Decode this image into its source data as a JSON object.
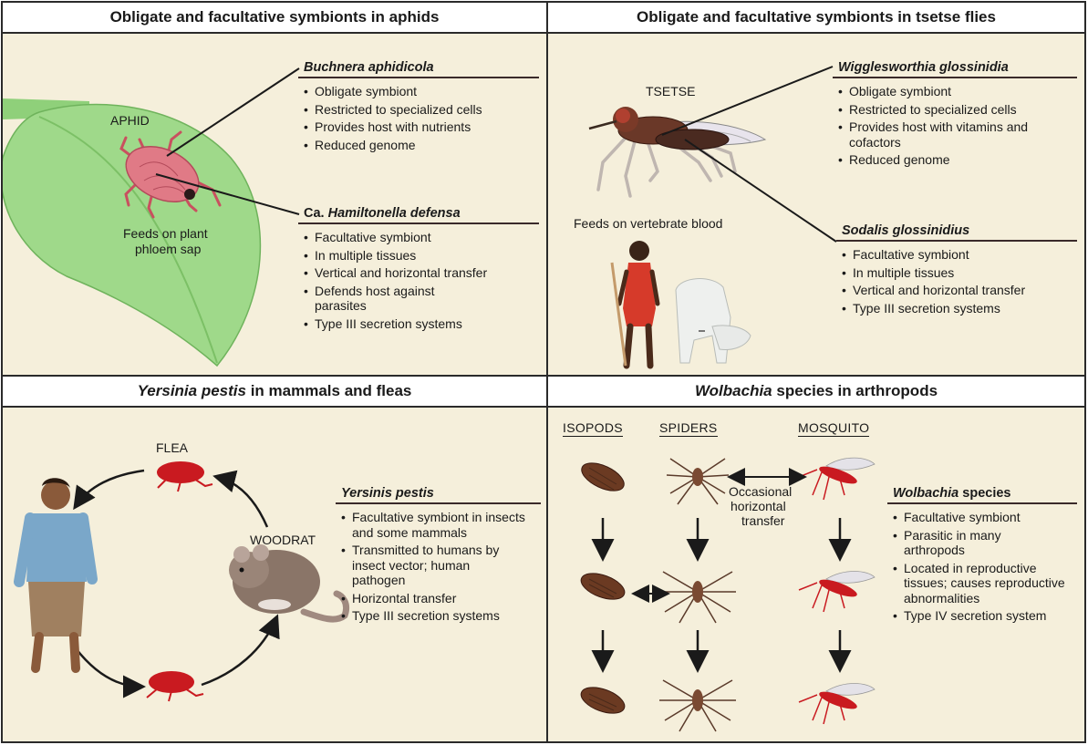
{
  "panels": {
    "aphids": {
      "title": "Obligate and facultative symbionts in aphids",
      "host_label": "APHID",
      "feeds_line1": "Feeds on plant",
      "feeds_line2": "phloem sap",
      "box1": {
        "heading": "Buchnera aphidicola",
        "items": [
          "Obligate symbiont",
          "Restricted to specialized cells",
          "Provides host with nutrients",
          "Reduced genome"
        ]
      },
      "box2": {
        "heading_prefix": "Ca.",
        "heading_rest": "Hamiltonella defensa",
        "items": [
          "Facultative symbiont",
          "In multiple tissues",
          "Vertical and horizontal transfer",
          "Defends host against parasites",
          "Type III secretion systems"
        ]
      }
    },
    "tsetse": {
      "title": "Obligate and facultative symbionts in tsetse flies",
      "host_label": "TSETSE",
      "feeds": "Feeds on vertebrate blood",
      "box1": {
        "heading": "Wigglesworthia glossinidia",
        "items": [
          "Obligate symbiont",
          "Restricted to specialized cells",
          "Provides host with vitamins and cofactors",
          "Reduced genome"
        ]
      },
      "box2": {
        "heading": "Sodalis glossinidius",
        "items": [
          "Facultative symbiont",
          "In multiple tissues",
          "Vertical and horizontal transfer",
          "Type III secretion systems"
        ]
      }
    },
    "yersinia": {
      "title_italic": "Yersinia pestis",
      "title_rest": "in mammals and fleas",
      "flea_label": "FLEA",
      "woodrat_label": "WOODRAT",
      "box": {
        "heading": "Yersinis pestis",
        "items": [
          "Facultative symbiont in insects and some mammals",
          "Transmitted to humans by insect vector; human pathogen",
          "Horizontal transfer",
          "Type III secretion systems"
        ]
      }
    },
    "wolbachia": {
      "title_italic": "Wolbachia",
      "title_rest": "species in arthropods",
      "col_isopods": "ISOPODS",
      "col_spiders": "SPIDERS",
      "col_mosquito": "MOSQUITO",
      "transfer_line1": "Occasional",
      "transfer_line2": "horizontal",
      "transfer_line3": "transfer",
      "box": {
        "heading_italic": "Wolbachia",
        "heading_rest": "species",
        "items": [
          "Facultative symbiont",
          "Parasitic in many arthropods",
          "Located in reproductive tissues; causes reproductive abnormalities",
          "Type IV secretion system"
        ]
      }
    }
  },
  "colors": {
    "panel_bg": "#f5efdb",
    "leaf": "#9fd98a",
    "insect_red": "#c91a20",
    "aphid_pink": "#e07a86",
    "isopod_brown": "#6b3a22",
    "woodrat_brown": "#8a7568"
  }
}
